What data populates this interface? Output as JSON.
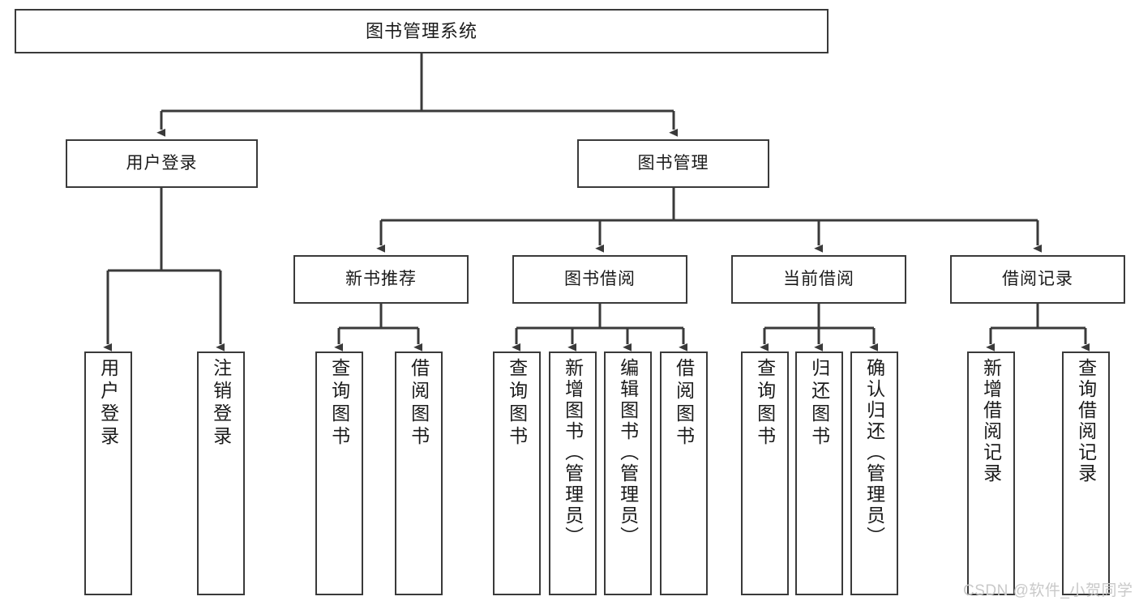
{
  "diagram": {
    "title": "图书管理系统",
    "type": "tree",
    "colors": {
      "stroke": "#3a3a3a",
      "fill": "#ffffff",
      "text": "#1b1b1b",
      "watermark": "#c9c9c9"
    },
    "root": {
      "label": "图书管理系统"
    },
    "level1": [
      {
        "label": "用户登录"
      },
      {
        "label": "图书管理"
      }
    ],
    "level2": [
      {
        "label": "新书推荐"
      },
      {
        "label": "图书借阅"
      },
      {
        "label": "当前借阅"
      },
      {
        "label": "借阅记录"
      }
    ],
    "leaves": {
      "user_login": [
        {
          "label": "用户登录"
        },
        {
          "label": "注销登录"
        }
      ],
      "new_book": [
        {
          "label": "查询图书"
        },
        {
          "label": "借阅图书"
        }
      ],
      "book_borrow": [
        {
          "label": "查询图书"
        },
        {
          "label": "新增图书（管理员）"
        },
        {
          "label": "编辑图书（管理员）"
        },
        {
          "label": "借阅图书"
        }
      ],
      "current_borrow": [
        {
          "label": "查询图书"
        },
        {
          "label": "归还图书"
        },
        {
          "label": "确认归还（管理员）"
        }
      ],
      "borrow_record": [
        {
          "label": "新增借阅记录"
        },
        {
          "label": "查询借阅记录"
        }
      ]
    }
  },
  "watermark": {
    "text": "CSDN @软件_小贺同学"
  }
}
